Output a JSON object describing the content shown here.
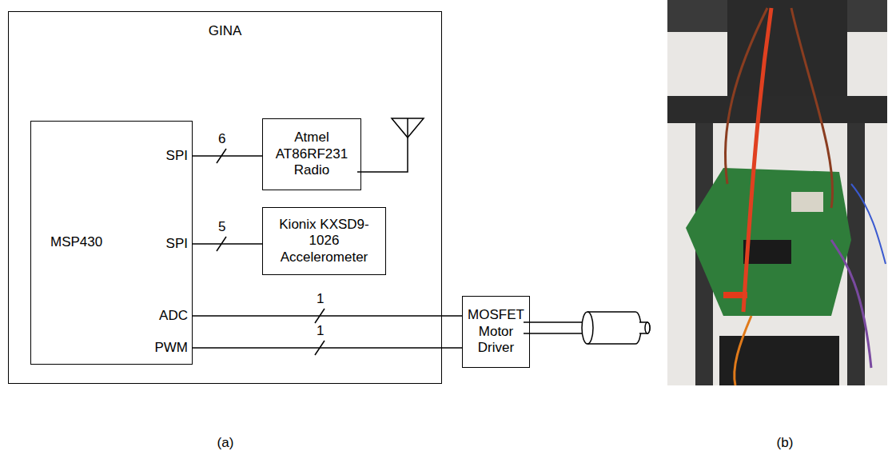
{
  "diagram": {
    "nodes": [
      {
        "text": [
          "GINA"
        ]
      },
      {
        "text": [
          "MSP430"
        ],
        "in": 0
      },
      {
        "text": [
          "Atmel AT86RF231 Radio"
        ],
        "in": 0
      },
      {
        "text": [
          "Kionix KXSD9-1026 Accelerometer"
        ],
        "in": 0
      },
      {
        "text": [
          "MOSFET Motor Driver"
        ]
      }
    ],
    "edges": [
      {
        "from": 1,
        "to": 2,
        "label": "6",
        "arrow": "none"
      },
      {
        "from": 1,
        "to": 3,
        "label": "5",
        "arrow": "none"
      },
      {
        "from": 1,
        "to": 4,
        "label": "1",
        "arrow": "none"
      },
      {
        "from": 1,
        "to": 4,
        "label": "1",
        "arrow": "none"
      }
    ],
    "labels": [
      "SPI",
      "SPI",
      "ADC",
      "PWM",
      "(a)",
      "(b)"
    ]
  }
}
